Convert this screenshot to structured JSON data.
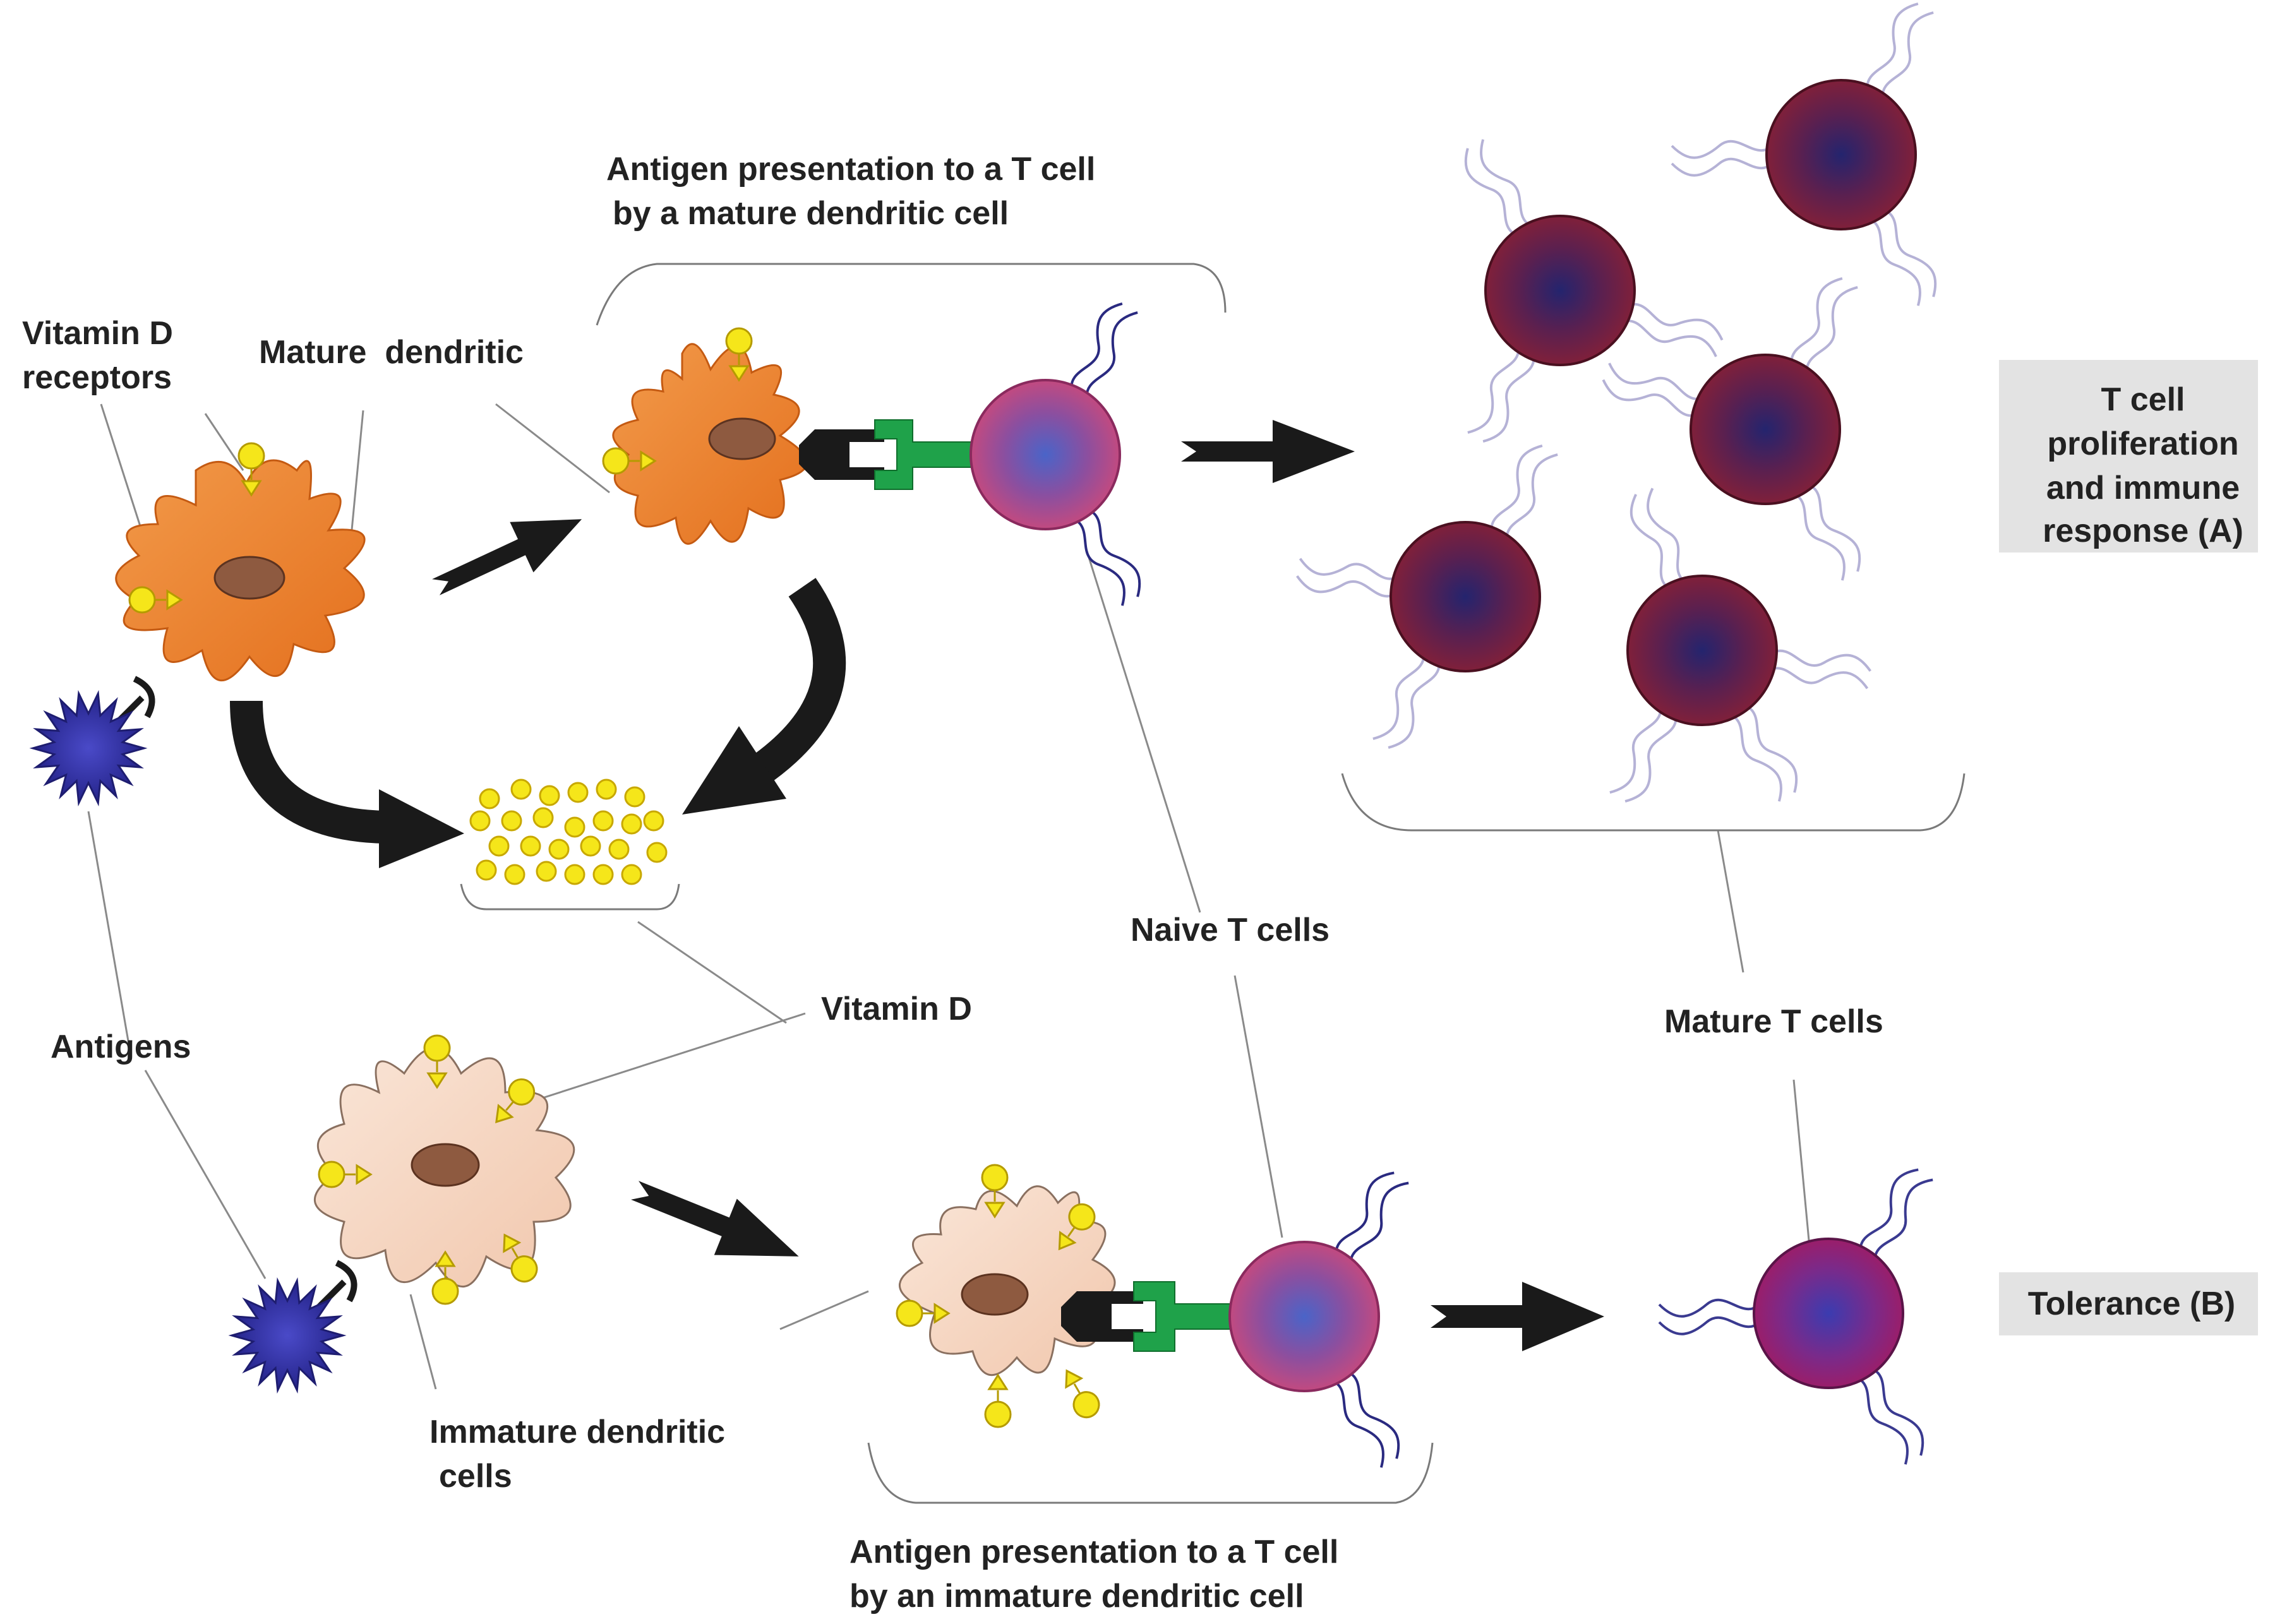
{
  "labels": {
    "presentation_mature_line1": "Antigen presentation to a T cell",
    "presentation_mature_line2": "by a mature dendritic cell",
    "vitamin_d_receptors_line1": "Vitamin D",
    "vitamin_d_receptors_line2": "receptors",
    "mature_dendritic": "Mature  dendritic",
    "naive_t_cells": "Naive T cells",
    "vitamin_d": "Vitamin D",
    "antigens": "Antigens",
    "mature_t_cells": "Mature T cells",
    "immature_dendritic_line1": "Immature dendritic",
    "immature_dendritic_line2": "cells",
    "presentation_immature_line1": "Antigen presentation to a T cell",
    "presentation_immature_line2": "by an immature dendritic cell"
  },
  "outcomes": {
    "a_line1": "T cell",
    "a_line2": "proliferation",
    "a_line3": "and immune",
    "a_line4": "response (A)",
    "b": "Tolerance (B)"
  },
  "colors": {
    "mature_dc": "#ee8230",
    "immature_dc": "#f6d6c2",
    "nucleus": "#8e5a40",
    "receptor": "#f5e61a",
    "antigen": "#2f2e9a",
    "connector": "#1fa24a",
    "naive_t_outer": "#b8467e",
    "naive_t_inner": "#4a64c8",
    "mature_t_outer": "#7a1c36",
    "mature_t_inner": "#2a2a78",
    "arrow": "#1a1a1a",
    "outcome_box": "#e3e3e3"
  }
}
